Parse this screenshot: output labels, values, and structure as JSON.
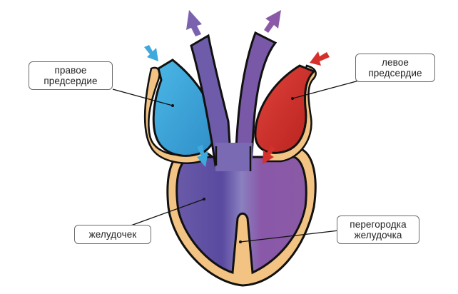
{
  "diagram": {
    "title": "Схема строения сердца",
    "labels": {
      "right_atrium": [
        "правое",
        "предсердие"
      ],
      "left_atrium": [
        "левое",
        "предсердие"
      ],
      "ventricle": [
        "желудочек"
      ],
      "septum": [
        "перегородка",
        "желудочка"
      ]
    },
    "colors": {
      "deoxygenated": "#3ea9dc",
      "oxygenated": "#d6302c",
      "mixed": "#6a56a6",
      "mixed_light": "#8a5aa8",
      "wall": "#f2c382",
      "outline": "#111111"
    }
  }
}
